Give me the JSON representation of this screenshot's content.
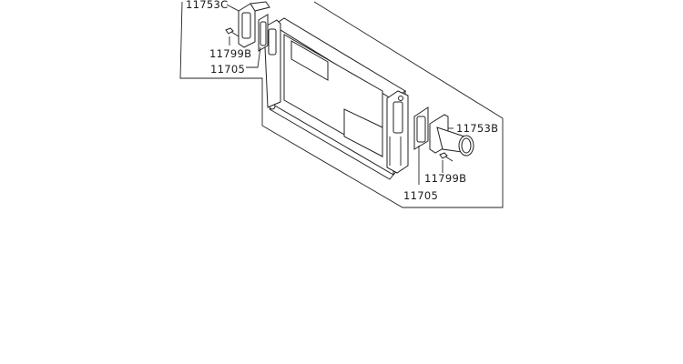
{
  "callouts": {
    "top_cover": "11753C",
    "top_bolt": "11799B",
    "top_gasket": "11705",
    "bottom_cover": "11753B",
    "bottom_bolt": "11799B",
    "bottom_gasket": "11705"
  }
}
